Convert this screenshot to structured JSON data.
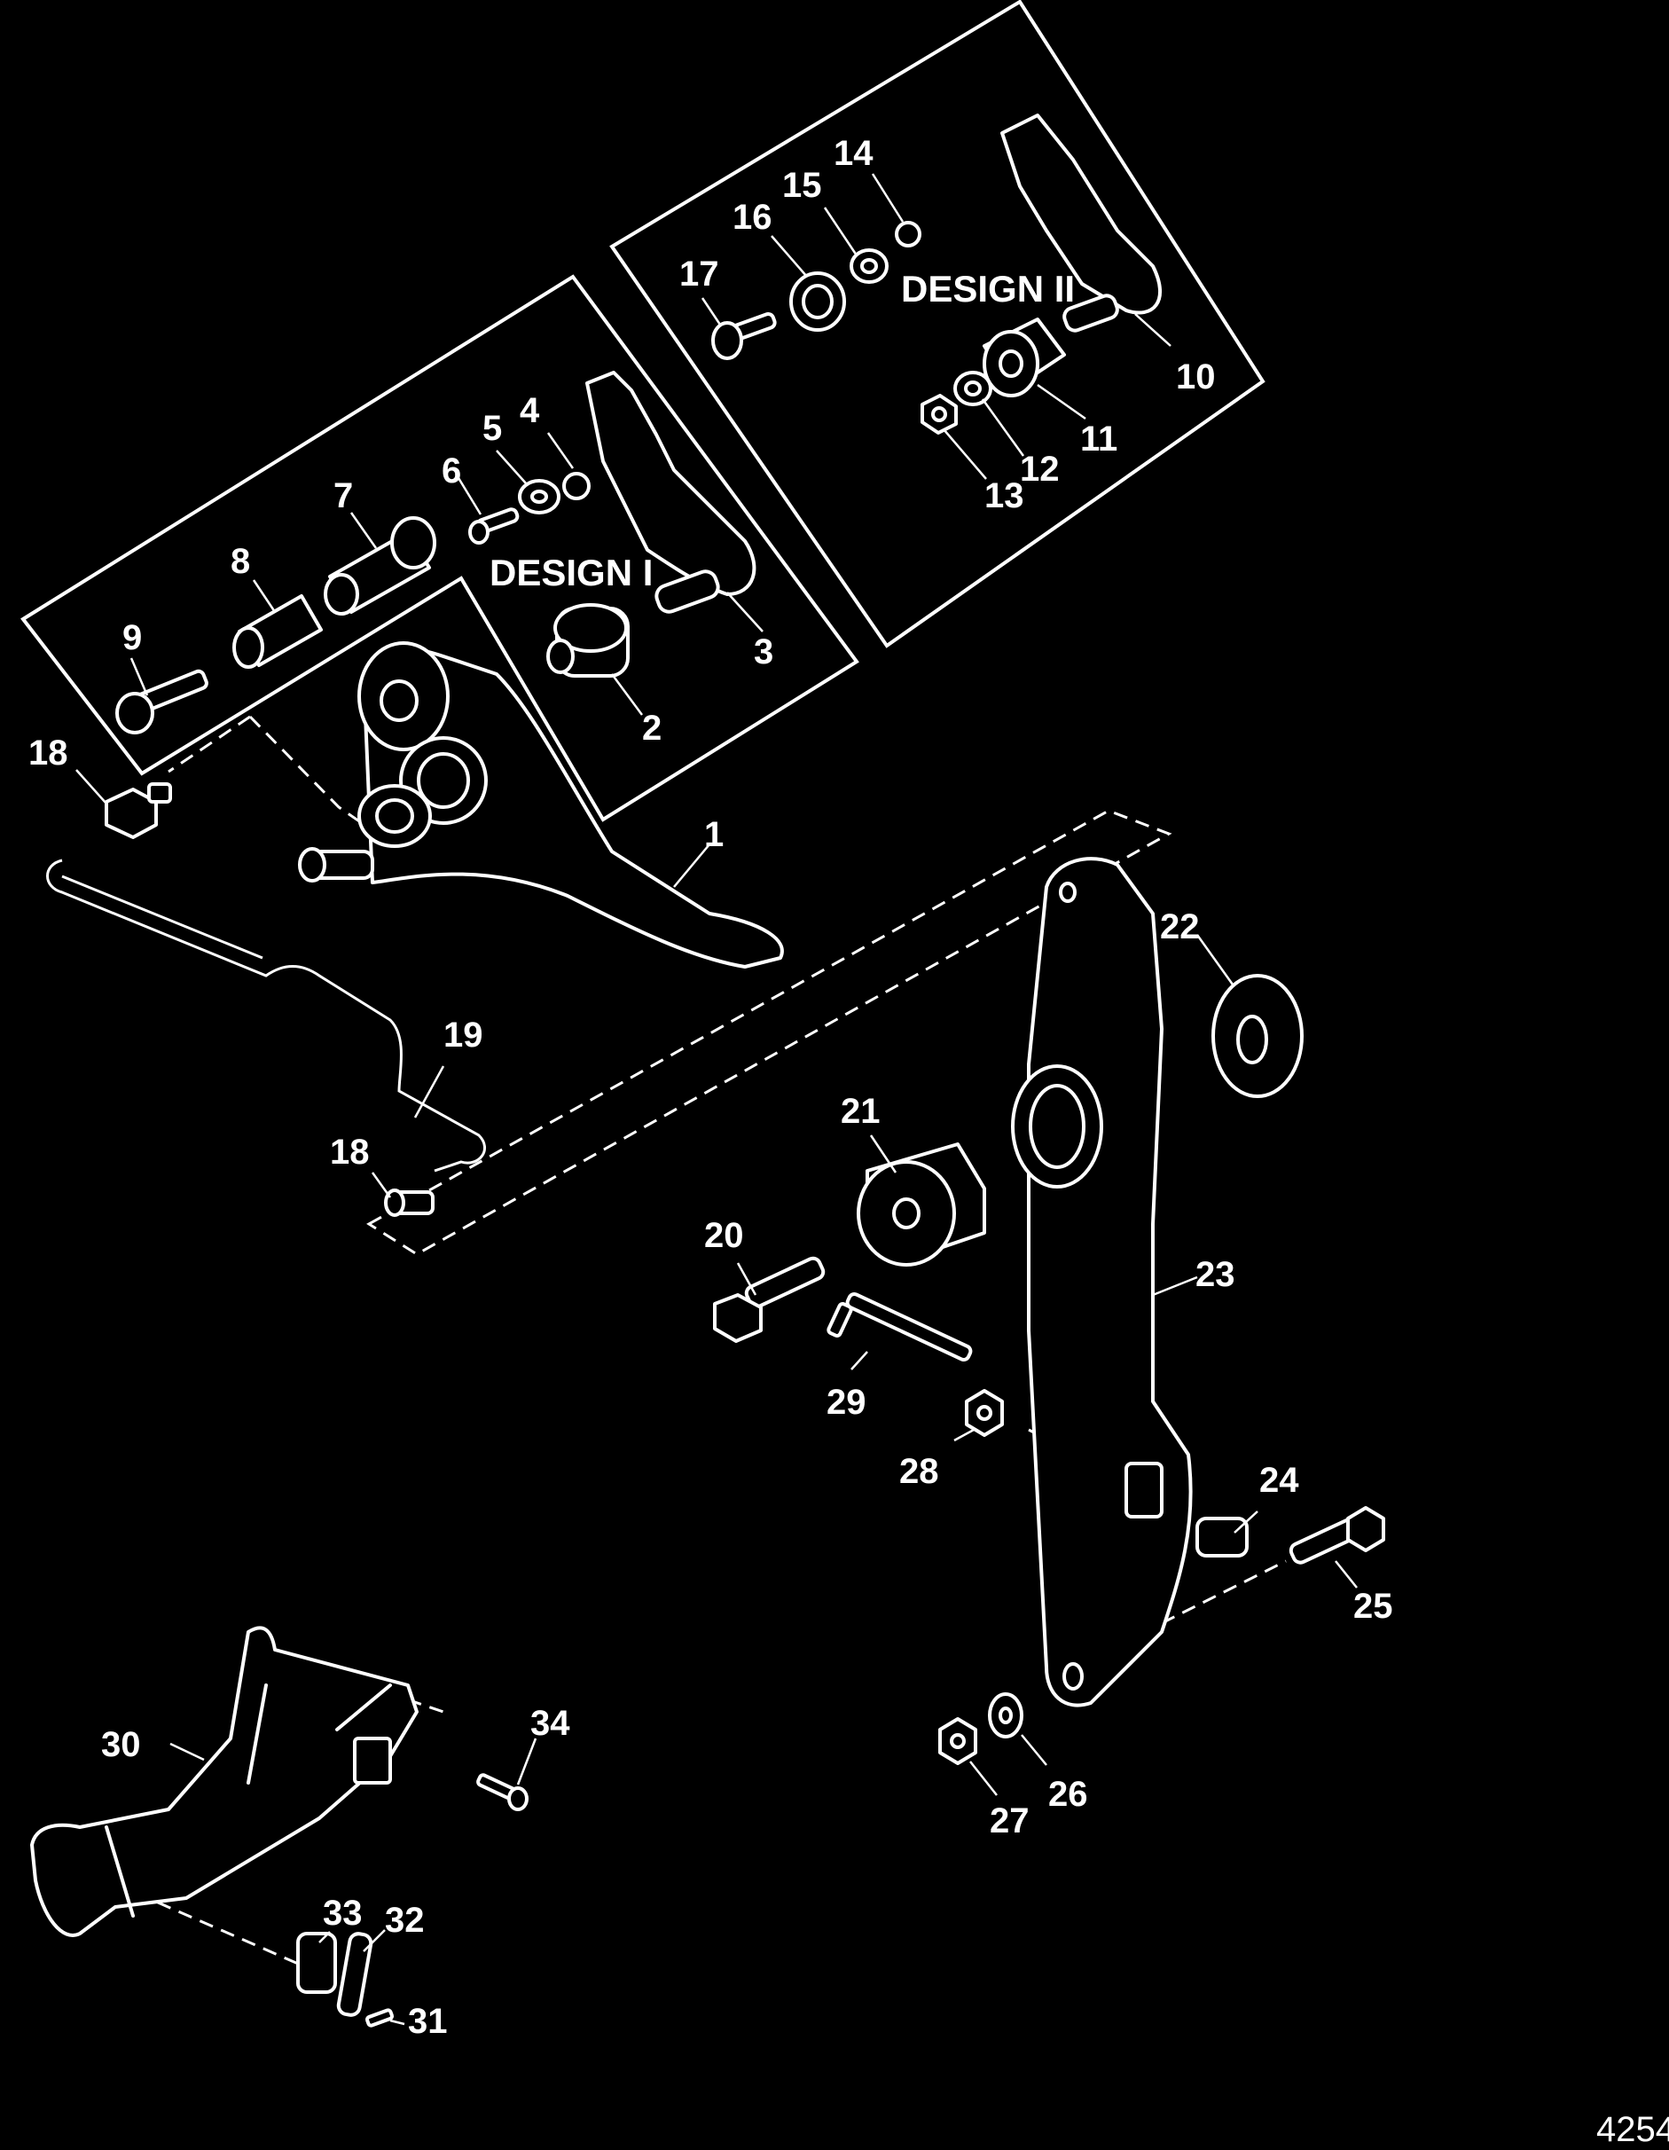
{
  "diagram": {
    "design_labels": [
      "DESIGN I",
      "DESIGN II"
    ],
    "figure_id": "4254",
    "callouts": [
      "1",
      "2",
      "3",
      "4",
      "5",
      "6",
      "7",
      "8",
      "9",
      "10",
      "11",
      "12",
      "13",
      "14",
      "15",
      "16",
      "17",
      "18",
      "18",
      "19",
      "20",
      "21",
      "22",
      "23",
      "24",
      "25",
      "26",
      "27",
      "28",
      "29",
      "30",
      "31",
      "32",
      "33",
      "34"
    ]
  }
}
